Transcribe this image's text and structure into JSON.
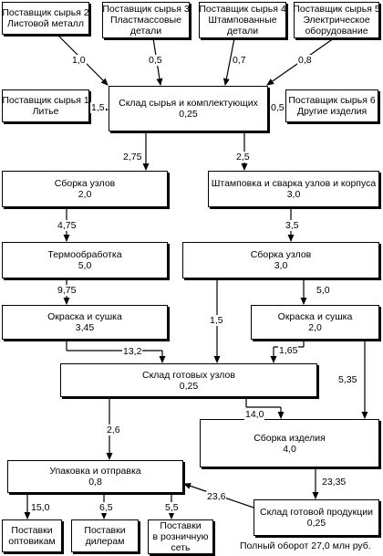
{
  "suppliers": [
    {
      "line1": "Поставщик сырья 2",
      "line2": "Листовой металл"
    },
    {
      "line1": "Поставщик сырья 3",
      "line2": "Пластмассовые",
      "line3": "детали"
    },
    {
      "line1": "Поставщик сырья 4",
      "line2": "Штампованные",
      "line3": "детали"
    },
    {
      "line1": "Поставщик сырья 5",
      "line2": "Электрическое",
      "line3": "оборудование"
    },
    {
      "line1": "Поставщик сырья 1",
      "line2": "Литье"
    },
    {
      "line1": "Поставщик сырья 6",
      "line2": "Другие изделия"
    }
  ],
  "raw_warehouse": {
    "title": "Склад сырья и комплектующих",
    "value": "0,25"
  },
  "assembly_left": {
    "title": "Сборка узлов",
    "value": "2,0"
  },
  "stamping": {
    "title": "Штамповка и сварка узлов и корпуса",
    "value": "3,0"
  },
  "heat_treatment": {
    "title": "Термообработка",
    "value": "5,0"
  },
  "assembly_right": {
    "title": "Сборка узлов",
    "value": "3,0"
  },
  "painting_left": {
    "title": "Окраска и сушка",
    "value": "3,45"
  },
  "painting_right": {
    "title": "Окраска и сушка",
    "value": "2,0"
  },
  "finished_units": {
    "title": "Склад готовых узлов",
    "value": "0,25"
  },
  "product_assembly": {
    "title": "Сборка изделия",
    "value": "4,0"
  },
  "packing": {
    "title": "Упаковка и отправка",
    "value": "0,8"
  },
  "finished_goods": {
    "title": "Склад готовой продукции",
    "value": "0,25"
  },
  "outputs": [
    {
      "line1": "Поставки",
      "line2": "оптовикам"
    },
    {
      "line1": "Поставки",
      "line2": "дилерам"
    },
    {
      "line1": "Поставки",
      "line2": "в розничную",
      "line3": "сеть"
    }
  ],
  "flows": {
    "s2": "1,0",
    "s3": "0,5",
    "s4": "0,7",
    "s5": "0,8",
    "s1": "1,5",
    "s6": "0,5",
    "to_assembly_left": "2,75",
    "to_stamping": "2,5",
    "to_heat": "4,75",
    "to_assembly_right": "3,5",
    "to_paint_left": "9,75",
    "to_paint_right": "5,0",
    "bypass": "1,5",
    "paint_left_out": "13,2",
    "paint_right_out": "1,65",
    "to_product_from_paint": "5,35",
    "units_to_product": "14,0",
    "units_to_packing": "2,6",
    "product_to_goods": "23,35",
    "goods_to_packing": "23,6",
    "wholesale": "15,0",
    "dealers": "6,5",
    "retail": "5,5"
  },
  "footer": "Полный оборот 27,0 млн руб."
}
